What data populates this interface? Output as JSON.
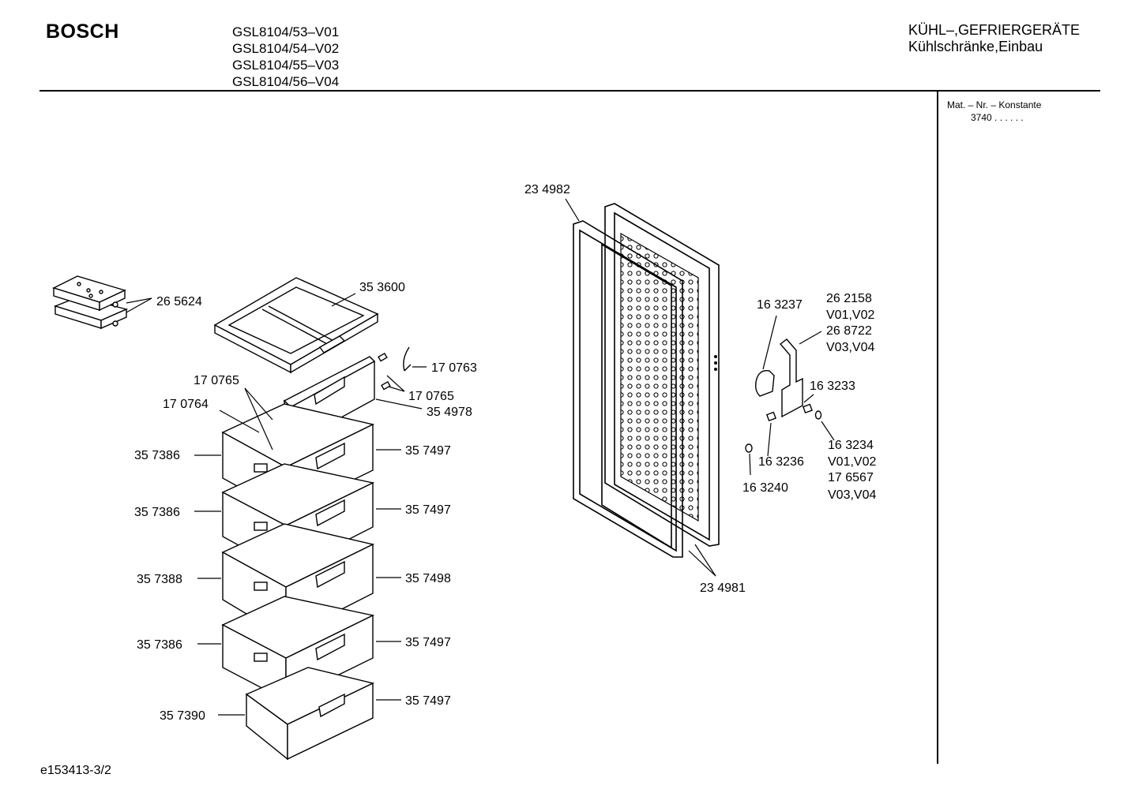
{
  "header": {
    "brand": "BOSCH",
    "models": [
      "GSL8104/53–V01",
      "GSL8104/54–V02",
      "GSL8104/55–V03",
      "GSL8104/56–V04"
    ],
    "category_line1": "KÜHL–,GEFRIERGERÄTE",
    "category_line2": "Kühlschränke,Einbau"
  },
  "sidebar": {
    "mat_nr_label": "Mat. – Nr. – Konstante",
    "mat_nr_value": "3740  .  .   .  .  .  ."
  },
  "footer": {
    "doc_id": "e153413-3/2"
  },
  "part_labels": [
    "26 5624",
    "35 3600",
    "17 0763",
    "17 0765",
    "17 0765",
    "35 4978",
    "17 0764",
    "35 7386",
    "35 7497",
    "35 7386",
    "35 7497",
    "35 7388",
    "35 7498",
    "35 7386",
    "35 7497",
    "35 7390",
    "35 7497",
    "23 4982",
    "23 4981",
    "16 3237",
    "26 2158",
    "V01,V02",
    "26 8722",
    "V03,V04",
    "16 3233",
    "16 3234",
    "V01,V02",
    "17 6567",
    "V03,V04",
    "16 3236",
    "16 3240"
  ]
}
